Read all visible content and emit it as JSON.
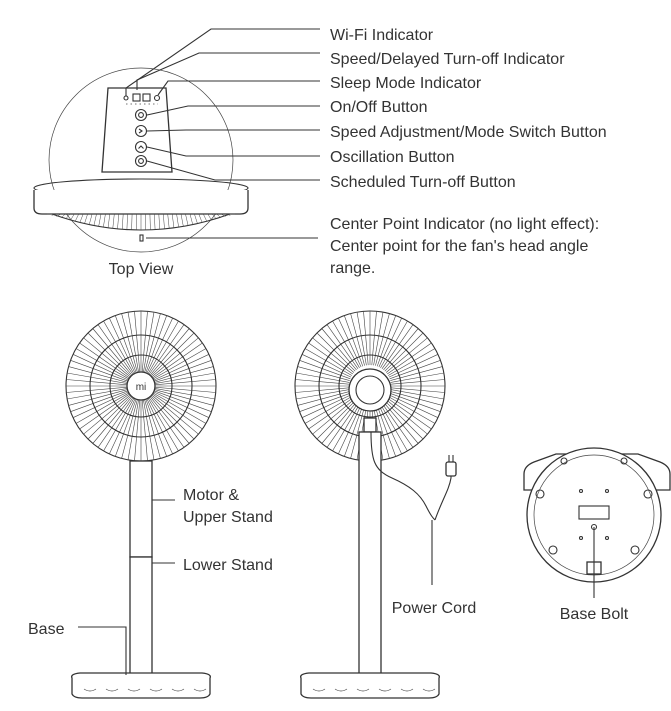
{
  "top_view": {
    "caption": "Top View",
    "callouts": [
      "Wi-Fi Indicator",
      "Speed/Delayed Turn-off Indicator",
      "Sleep Mode Indicator",
      "On/Off Button",
      "Speed Adjustment/Mode Switch Button",
      "Oscillation Button",
      "Scheduled Turn-off Button"
    ],
    "center_point": {
      "line1": "Center Point Indicator (no light effect):",
      "line2": "Center point for the fan's head angle",
      "line3": "range."
    }
  },
  "front_view": {
    "motor_line1": "Motor &",
    "motor_line2": "Upper Stand",
    "lower_stand": "Lower Stand",
    "base": "Base"
  },
  "back_view": {
    "power_cord": "Power Cord"
  },
  "bottom_view": {
    "base_bolt": "Base Bolt"
  }
}
